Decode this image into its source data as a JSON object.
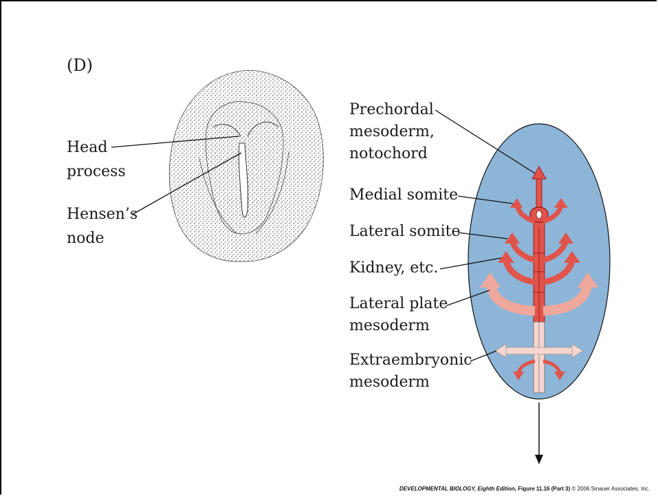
{
  "panel_label": "(D)",
  "embryo_labels": {
    "head_line1": "Head",
    "head_line2": "process",
    "hensen_line1": "Hensen’s",
    "hensen_line2": "node"
  },
  "fate_labels": {
    "prechordal_line1": "Prechordal",
    "prechordal_line2": "mesoderm,",
    "prechordal_line3": "notochord",
    "medial": "Medial somite",
    "lateral_somite": "Lateral somite",
    "kidney": "Kidney, etc.",
    "lateral_plate_line1": "Lateral plate",
    "lateral_plate_line2": "mesoderm",
    "extra_line1": "Extraembryonic",
    "extra_line2": "mesoderm"
  },
  "credit": {
    "book": "DEVELOPMENTAL BIOLOGY, Eighth Edition,",
    "figure": "Figure 11.16 (Part 3)",
    "copyright": "© 2006 Sinauer Associates, Inc."
  },
  "colors": {
    "oval_fill": "#8db5d8",
    "arrow_red": "#e0544b",
    "arrow_pink": "#f0a89c",
    "arrow_pale": "#f6d6cf",
    "dark_red": "#a21a1a",
    "stipple": "#333333"
  }
}
